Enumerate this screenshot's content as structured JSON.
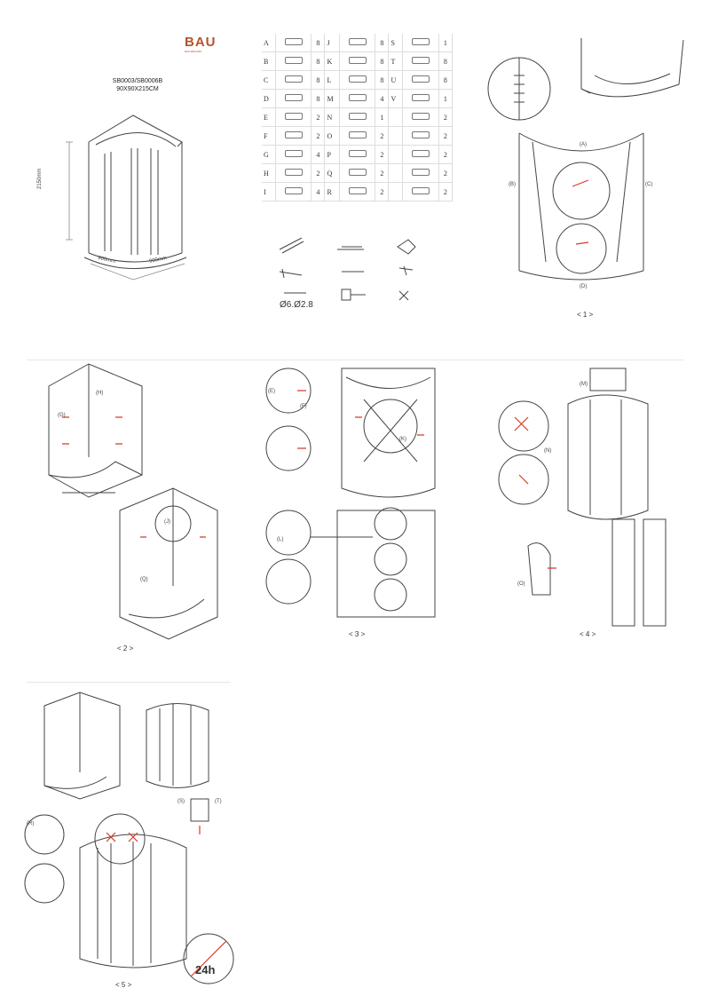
{
  "brand": {
    "name": "BAU",
    "tagline": "BATHROOMS"
  },
  "model": {
    "codes": "SB0003/SB0006B",
    "size": "90X90X215CM"
  },
  "dims": {
    "height": "2150mm",
    "width_left": "900mm",
    "width_right": "900mm"
  },
  "parts_table": {
    "rows": [
      {
        "a_label": "A",
        "a_qty": "8",
        "b_label": "J",
        "b_qty": "8",
        "c_label": "S",
        "c_qty": "1"
      },
      {
        "a_label": "B",
        "a_qty": "8",
        "b_label": "K",
        "b_qty": "8",
        "c_label": "T",
        "c_qty": "8"
      },
      {
        "a_label": "C",
        "a_qty": "8",
        "b_label": "L",
        "b_qty": "8",
        "c_label": "U",
        "c_qty": "8"
      },
      {
        "a_label": "D",
        "a_qty": "8",
        "b_label": "M",
        "b_qty": "4",
        "c_label": "V",
        "c_qty": "1"
      },
      {
        "a_label": "E",
        "a_qty": "2",
        "b_label": "N",
        "b_qty": "1",
        "c_label": "",
        "c_qty": "2"
      },
      {
        "a_label": "F",
        "a_qty": "2",
        "b_label": "O",
        "b_qty": "2",
        "c_label": "",
        "c_qty": "2"
      },
      {
        "a_label": "G",
        "a_qty": "4",
        "b_label": "P",
        "b_qty": "2",
        "c_label": "",
        "c_qty": "2"
      },
      {
        "a_label": "H",
        "a_qty": "2",
        "b_label": "Q",
        "b_qty": "2",
        "c_label": "",
        "c_qty": "2"
      },
      {
        "a_label": "I",
        "a_qty": "4",
        "b_label": "R",
        "b_qty": "2",
        "c_label": "",
        "c_qty": "2"
      }
    ]
  },
  "tools": {
    "drill_size": "Ø6.Ø2.8"
  },
  "captions": {
    "step1": "< 1 >",
    "step2": "< 2 >",
    "step3": "< 3 >",
    "step4": "< 4 >",
    "step5": "< 5 >"
  },
  "step5": {
    "cure_time": "24h"
  },
  "callouts": {
    "p1_a": "(A)",
    "p1_b": "(B)",
    "p1_c": "(C)",
    "p1_d": "(D)",
    "p2_a": "(H)",
    "p2_b": "(G)",
    "p2_c": "(Q)",
    "p2_d": "(J)",
    "p3_a": "(E)",
    "p3_b": "(F)",
    "p3_c": "(K)",
    "p3_d": "(L)",
    "p4_a": "(M)",
    "p4_b": "(N)",
    "p4_c": "(O)",
    "p5_a": "(R)",
    "p5_b": "(S)",
    "p5_c": "(T)"
  },
  "colors": {
    "brand": "#b5532b",
    "line": "#444444",
    "accent_red": "#d43a2a"
  }
}
